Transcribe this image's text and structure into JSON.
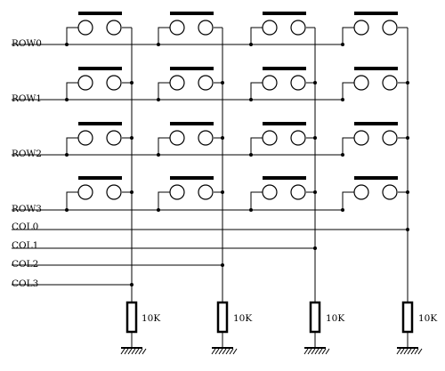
{
  "rows": [
    {
      "label": "ROW0"
    },
    {
      "label": "ROW1"
    },
    {
      "label": "ROW2"
    },
    {
      "label": "ROW3"
    }
  ],
  "cols": [
    {
      "label": "COL0"
    },
    {
      "label": "COL1"
    },
    {
      "label": "COL2"
    },
    {
      "label": "COL3"
    }
  ],
  "resistors": [
    {
      "value": "10K"
    },
    {
      "value": "10K"
    },
    {
      "value": "10K"
    },
    {
      "value": "10K"
    }
  ],
  "switch_matrix": {
    "rows": 4,
    "columns": 4,
    "count": 16
  }
}
